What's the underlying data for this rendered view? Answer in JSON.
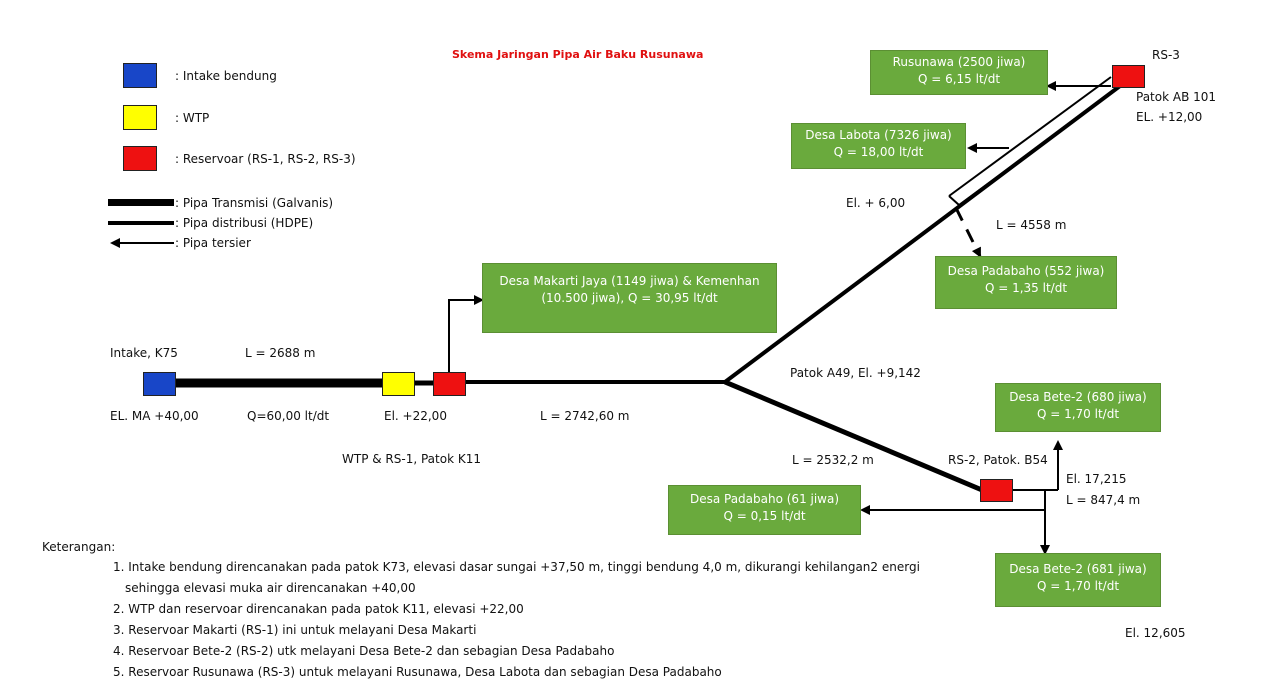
{
  "title": "Skema Jaringan Pipa Air Baku Rusunawa",
  "legend": {
    "intake": ": Intake bendung",
    "wtp": ": WTP",
    "reservoar": ": Reservoar (RS-1, RS-2, RS-3)",
    "transmisi": ": Pipa Transmisi (Galvanis)",
    "distribusi": ": Pipa distribusi (HDPE)",
    "tersier": ": Pipa tersier"
  },
  "colors": {
    "intake": "#1846c8",
    "wtp": "#ffff00",
    "reservoar": "#ee1111",
    "green_box": "#6aaa3d"
  },
  "labels": {
    "intake": "Intake, K75",
    "l1": "L = 2688 m",
    "el_ma": "EL. MA +40,00",
    "q1": "Q=60,00 lt/dt",
    "el22": "El. +22,00",
    "wtp_rs1": "WTP & RS-1, Patok K11",
    "l2": "L = 2742,60 m",
    "patok_a49": "Patok A49, El. +9,142",
    "l3": "L = 2532,2 m",
    "rs2": "RS-2, Patok. B54",
    "el17": "El. 17,215",
    "l4": "L = 847,4  m",
    "el12605": "El. 12,605",
    "rs3": "RS-3",
    "patok_ab101": "Patok AB 101",
    "el12": "EL. +12,00",
    "el6": "El. + 6,00",
    "l5": "L = 4558 m"
  },
  "boxes": {
    "rusunawa": [
      "Rusunawa (2500 jiwa)",
      "Q = 6,15 lt/dt"
    ],
    "labota": [
      "Desa Labota (7326 jiwa)",
      "Q = 18,00 lt/dt"
    ],
    "padabaho552": [
      "Desa Padabaho (552 jiwa)",
      "Q = 1,35 lt/dt"
    ],
    "makarti": [
      "Desa Makarti Jaya (1149 jiwa) & Kemenhan",
      "(10.500 jiwa), Q = 30,95 lt/dt"
    ],
    "bete680": [
      "Desa Bete-2 (680 jiwa)",
      "Q = 1,70 lt/dt"
    ],
    "padabaho61": [
      "Desa Padabaho (61 jiwa)",
      "Q = 0,15 lt/dt"
    ],
    "bete681": [
      "Desa Bete-2 (681 jiwa)",
      "Q = 1,70 lt/dt"
    ]
  },
  "notes": {
    "heading": "Keterangan:",
    "items": [
      "1. Intake bendung direncanakan pada patok K73, elevasi dasar sungai +37,50 m, tinggi bendung 4,0 m, dikurangi kehilangan2 energi",
      "sehingga elevasi muka air direncanakan +40,00",
      "2. WTP dan reservoar direncanakan pada patok K11, elevasi +22,00",
      "3. Reservoar Makarti (RS-1) ini untuk melayani Desa Makarti",
      "4. Reservoar Bete-2 (RS-2) utk melayani Desa Bete-2 dan sebagian Desa Padabaho",
      "5. Reservoar Rusunawa (RS-3) untuk melayani Rusunawa, Desa Labota dan sebagian Desa Padabaho"
    ]
  }
}
